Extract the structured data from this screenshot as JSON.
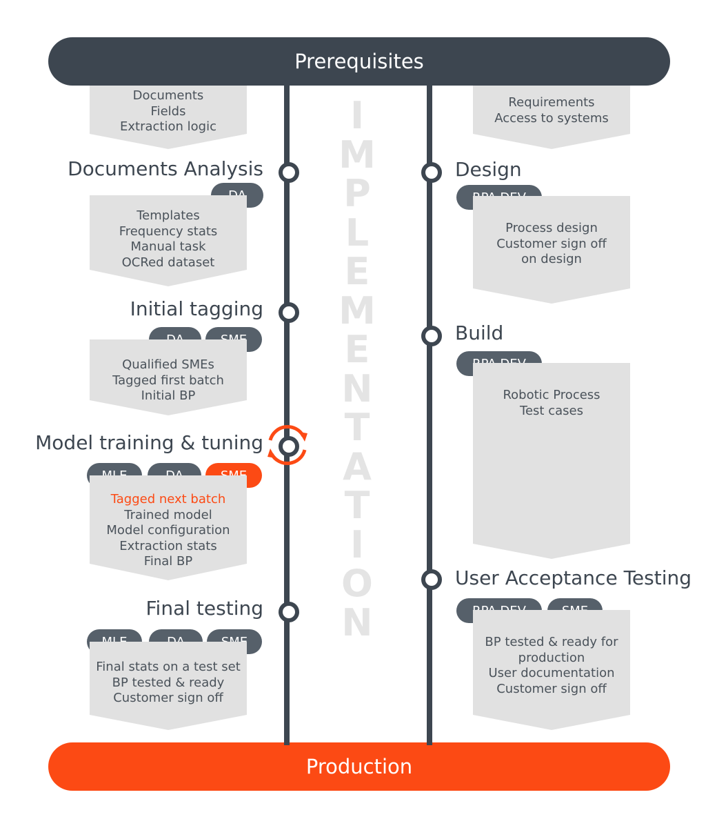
{
  "top_bar": "Prerequisites",
  "bottom_bar": "Production",
  "vertical_word": "IMPLEMENTATION",
  "left": {
    "prereq": [
      "Documents",
      "Fields",
      "Extraction logic"
    ],
    "stages": [
      {
        "title": "Documents Analysis",
        "roles": [
          "DA"
        ],
        "items": [
          "Templates",
          "Frequency stats",
          "Manual task",
          "OCRed dataset"
        ]
      },
      {
        "title": "Initial tagging",
        "roles": [
          "DA",
          "SME"
        ],
        "items": [
          "Qualified SMEs",
          "Tagged first batch",
          "Initial BP"
        ]
      },
      {
        "title": "Model training & tuning",
        "roles": [
          "MLE",
          "DA",
          "SME"
        ],
        "items": [
          "Tagged next batch",
          "Trained model",
          "Model configuration",
          "Extraction stats",
          "Final BP"
        ]
      },
      {
        "title": "Final testing",
        "roles": [
          "MLE",
          "DA",
          "SME"
        ],
        "items": [
          "Final stats on a test set",
          "BP tested & ready",
          "Customer sign off"
        ]
      }
    ]
  },
  "right": {
    "prereq": [
      "Requirements",
      "Access to systems"
    ],
    "stages": [
      {
        "title": "Design",
        "roles": [
          "RPA DEV"
        ],
        "items": [
          "Process design",
          "Customer sign off",
          "on design"
        ]
      },
      {
        "title": "Build",
        "roles": [
          "RPA DEV"
        ],
        "items": [
          "Robotic Process",
          "Test cases"
        ]
      },
      {
        "title": "User Acceptance Testing",
        "roles": [
          "RPA DEV",
          "SME"
        ],
        "items": [
          "BP tested & ready for",
          "production",
          "User documentation",
          "Customer sign off"
        ]
      }
    ]
  },
  "colors": {
    "dark": "#3d4650",
    "pill": "#56606a",
    "accent": "#fc4a14",
    "box": "#e1e1e1"
  },
  "icons": {
    "loop": "refresh-cycle-icon"
  }
}
